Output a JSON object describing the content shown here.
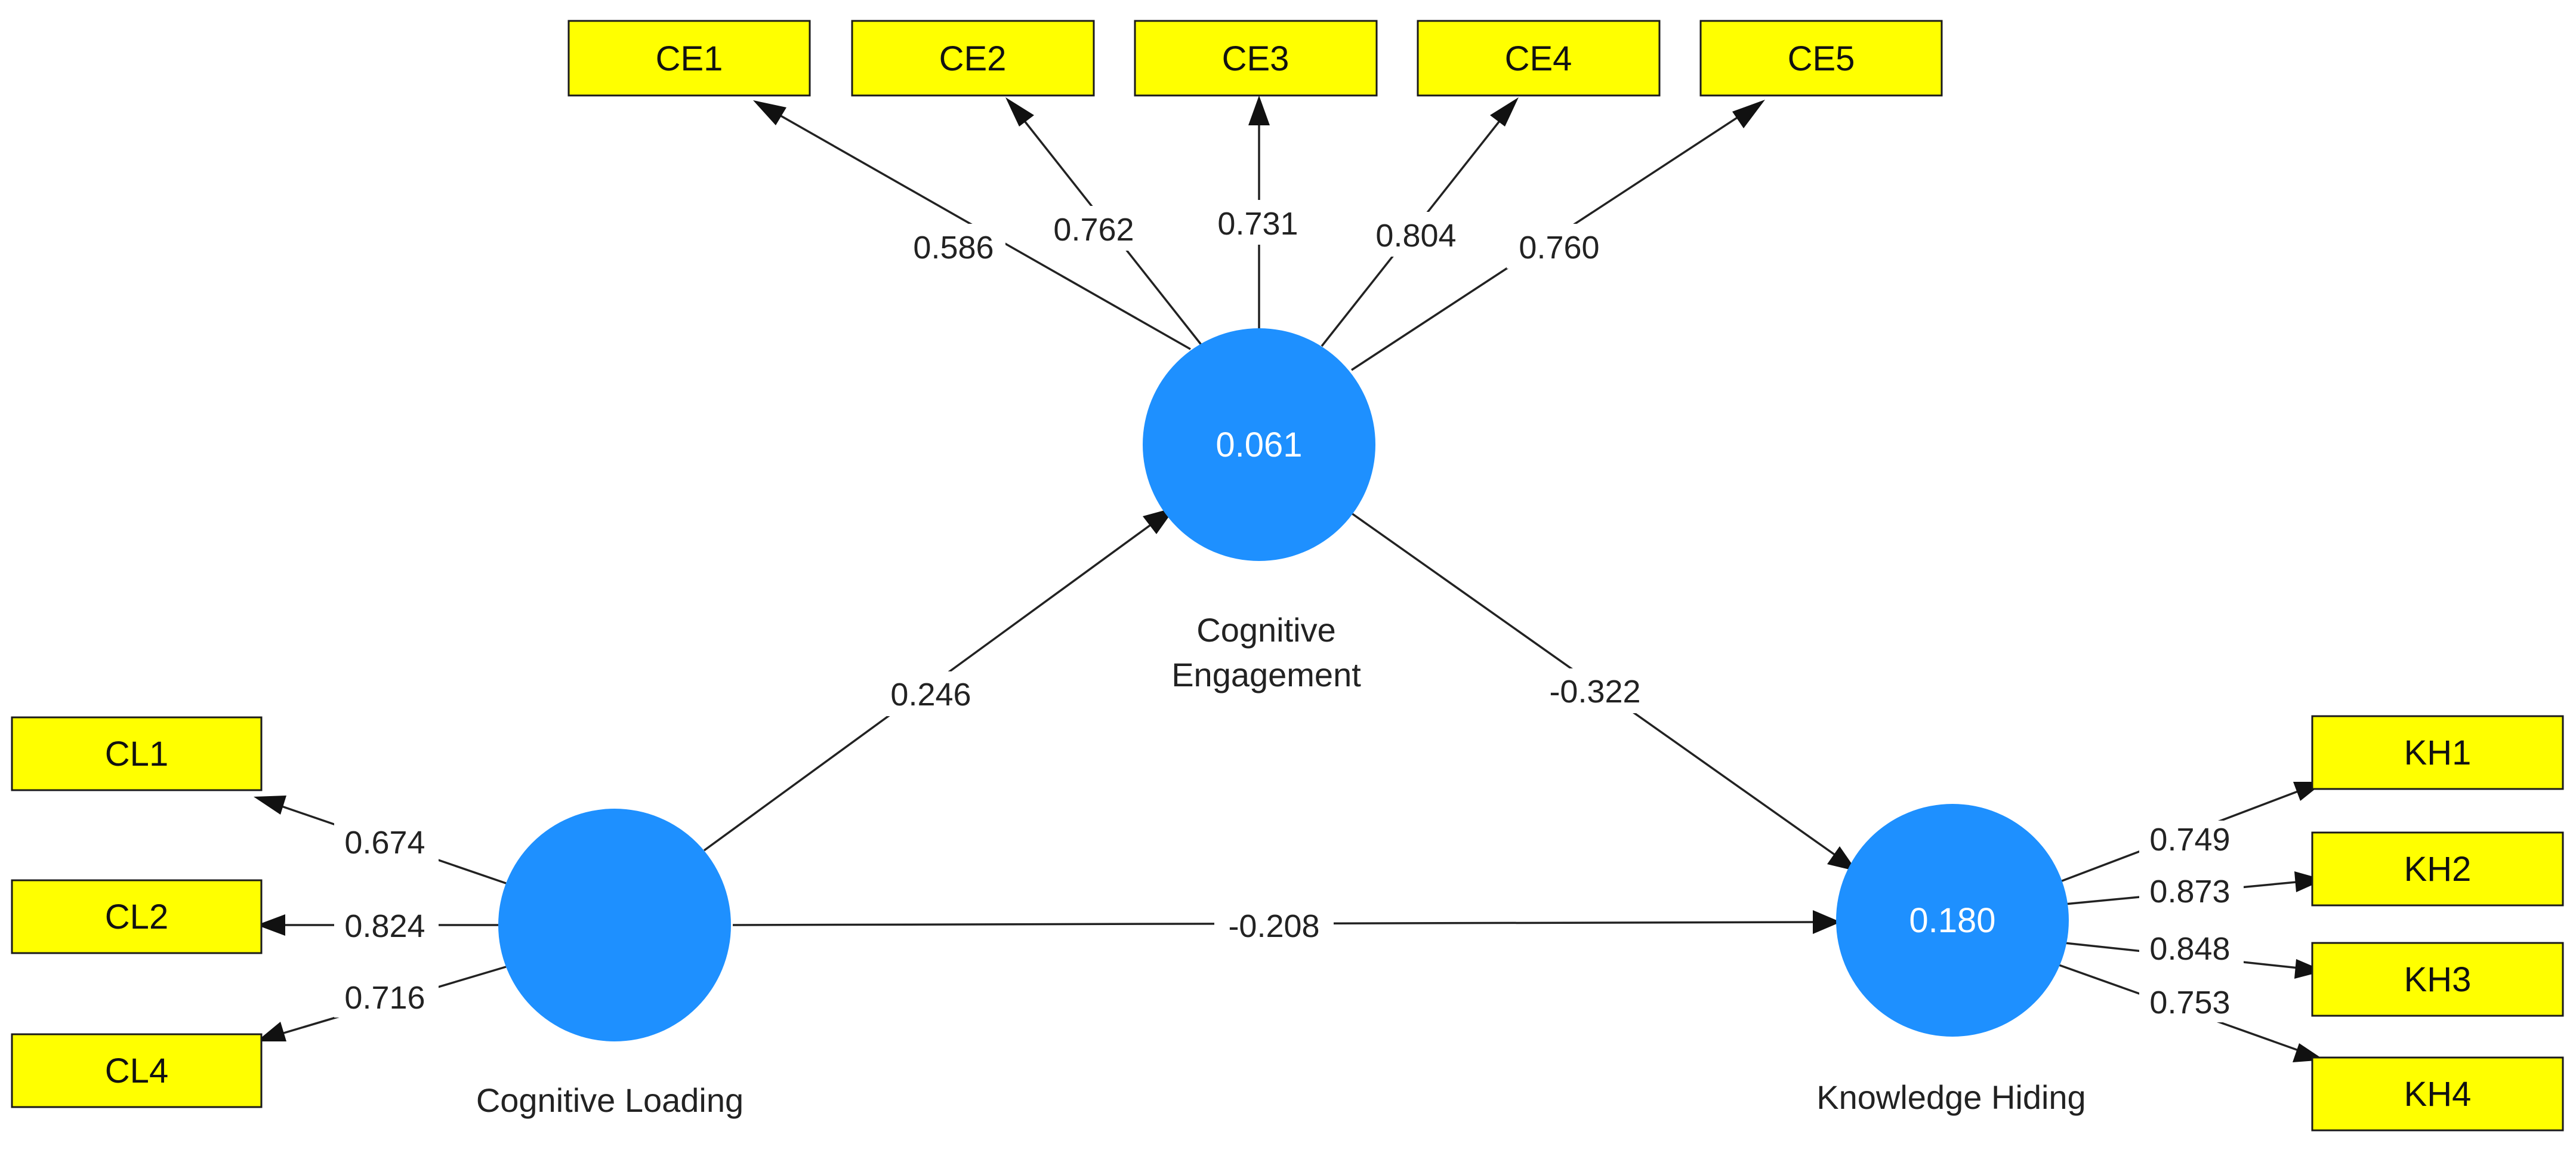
{
  "colors": {
    "latent_fill": "#1e90ff",
    "indicator_fill": "#ffff00",
    "line": "#222222"
  },
  "latent_variables": {
    "cognitive_engagement": {
      "name_line1": "Cognitive",
      "name_line2": "Engagement",
      "r_squared": "0.061"
    },
    "cognitive_loading": {
      "name": "Cognitive Loading",
      "r_squared": ""
    },
    "knowledge_hiding": {
      "name": "Knowledge Hiding",
      "r_squared": "0.180"
    }
  },
  "indicators": {
    "ce": [
      "CE1",
      "CE2",
      "CE3",
      "CE4",
      "CE5"
    ],
    "cl": [
      "CL1",
      "CL2",
      "CL4"
    ],
    "kh": [
      "KH1",
      "KH2",
      "KH3",
      "KH4"
    ]
  },
  "outer_loadings": {
    "ce": [
      "0.586",
      "0.762",
      "0.731",
      "0.804",
      "0.760"
    ],
    "cl": [
      "0.674",
      "0.824",
      "0.716"
    ],
    "kh": [
      "0.749",
      "0.873",
      "0.848",
      "0.753"
    ]
  },
  "path_coefficients": {
    "cl_to_ce": "0.246",
    "ce_to_kh": "-0.322",
    "cl_to_kh": "-0.208"
  }
}
